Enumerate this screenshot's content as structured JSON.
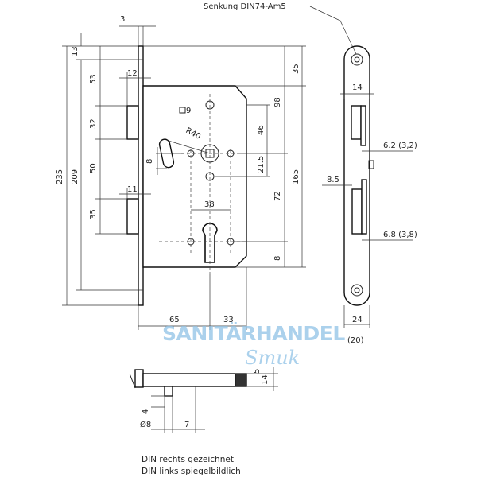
{
  "callout": "Senkung DIN74-Am5",
  "dims": {
    "d3": "3",
    "d13": "13",
    "d53": "53",
    "d12": "12",
    "d35top": "35",
    "d14front": "14",
    "d98": "98",
    "sq9": "9",
    "dR40": "R40",
    "d46": "46",
    "d32": "32",
    "d62": "6.2 (3,2)",
    "d235": "235",
    "d209": "209",
    "d8": "8",
    "d50": "50",
    "d215": "21.5",
    "d165": "165",
    "d85": "8.5",
    "d11": "11",
    "d38": "38",
    "d72": "72",
    "d35low": "35",
    "d68": "6.8 (3,8)",
    "d8b": "8",
    "d65": "65",
    "d33": "33",
    "d24": "24",
    "d20": "(20)",
    "d14side": "14",
    "d5": "5",
    "d4": "4",
    "dphi8": "Ø8",
    "d7": "7"
  },
  "watermark": {
    "line1": "SANITÄRHANDEL",
    "line2": "Smuk"
  },
  "notes": {
    "line1": "DIN rechts gezeichnet",
    "line2": "DIN links spiegelbildlich"
  }
}
